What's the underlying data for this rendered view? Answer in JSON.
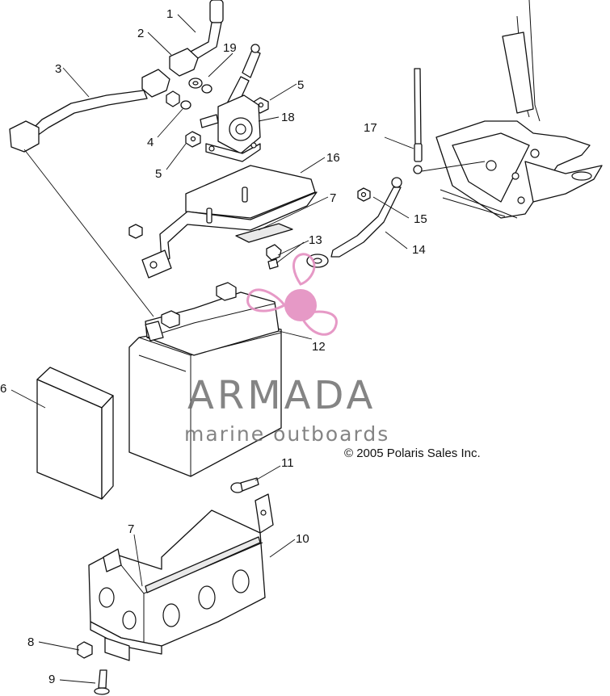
{
  "callouts": {
    "c1": "1",
    "c2": "2",
    "c3": "3",
    "c4": "4",
    "c5a": "5",
    "c5b": "5",
    "c6": "6",
    "c7a": "7",
    "c7b": "7",
    "c8": "8",
    "c9": "9",
    "c10": "10",
    "c11": "11",
    "c12": "12",
    "c13": "13",
    "c14": "14",
    "c15": "15",
    "c16": "16",
    "c17": "17",
    "c18": "18",
    "c19": "19"
  },
  "copyright": "© 2005 Polaris Sales Inc.",
  "watermark": {
    "title": "ARMADA",
    "subtitle": "marine outboards",
    "logo_icon": "propeller-logo-icon",
    "logo_color": "#e48fc0"
  }
}
